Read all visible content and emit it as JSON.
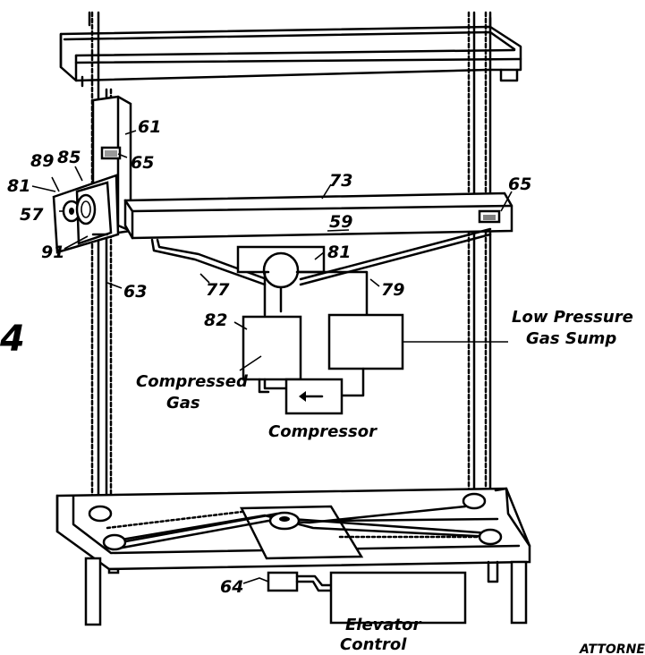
{
  "labels": {
    "n61": "61",
    "n65a": "65",
    "n65b": "65",
    "n89": "89",
    "n85": "85",
    "n81a": "81",
    "n57": "57",
    "n91": "91",
    "n63": "63",
    "n73": "73",
    "n59": "59",
    "n81b": "81",
    "n77": "77",
    "n79": "79",
    "n82": "82",
    "n64": "64",
    "fig_mark": "4",
    "low_pressure_1": "Low Pressure",
    "low_pressure_2": "Gas Sump",
    "compressed_1": "Compressed",
    "compressed_2": "Gas",
    "compressor": "Compressor",
    "elevator_1": "Elevator",
    "elevator_2": "Control",
    "corner": "ATTORNEY"
  }
}
